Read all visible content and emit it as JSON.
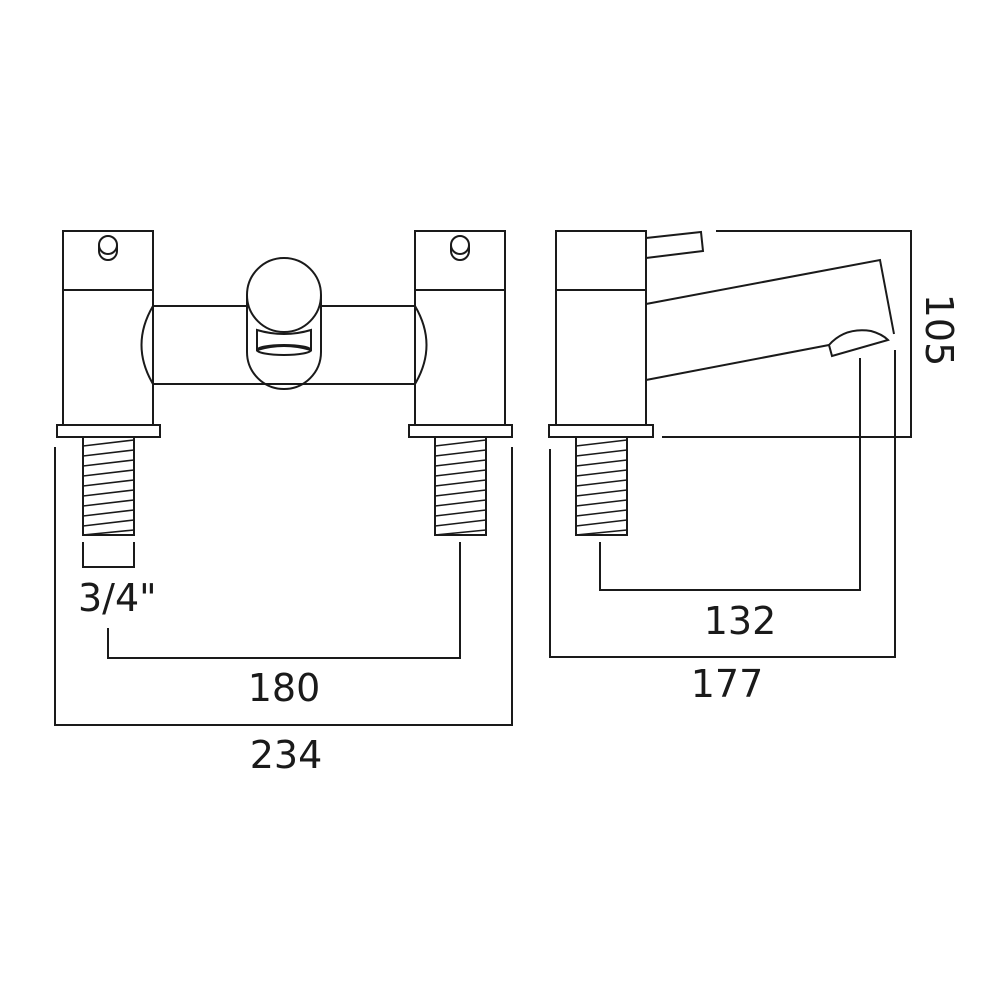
{
  "drawing": {
    "line_color": "#1a1a1a",
    "background": "#ffffff",
    "views": [
      {
        "name": "front-view",
        "description": "Bath filler front elevation with two pillar valves, central diverter knob and threaded tails"
      },
      {
        "name": "side-view",
        "description": "Bath filler side elevation with lever handle and sloping spout"
      }
    ]
  },
  "dimensions": {
    "thread_size": "3/4\"",
    "centres": "180",
    "overall_width": "234",
    "spout_reach": "132",
    "overall_depth": "177",
    "height": "105"
  }
}
